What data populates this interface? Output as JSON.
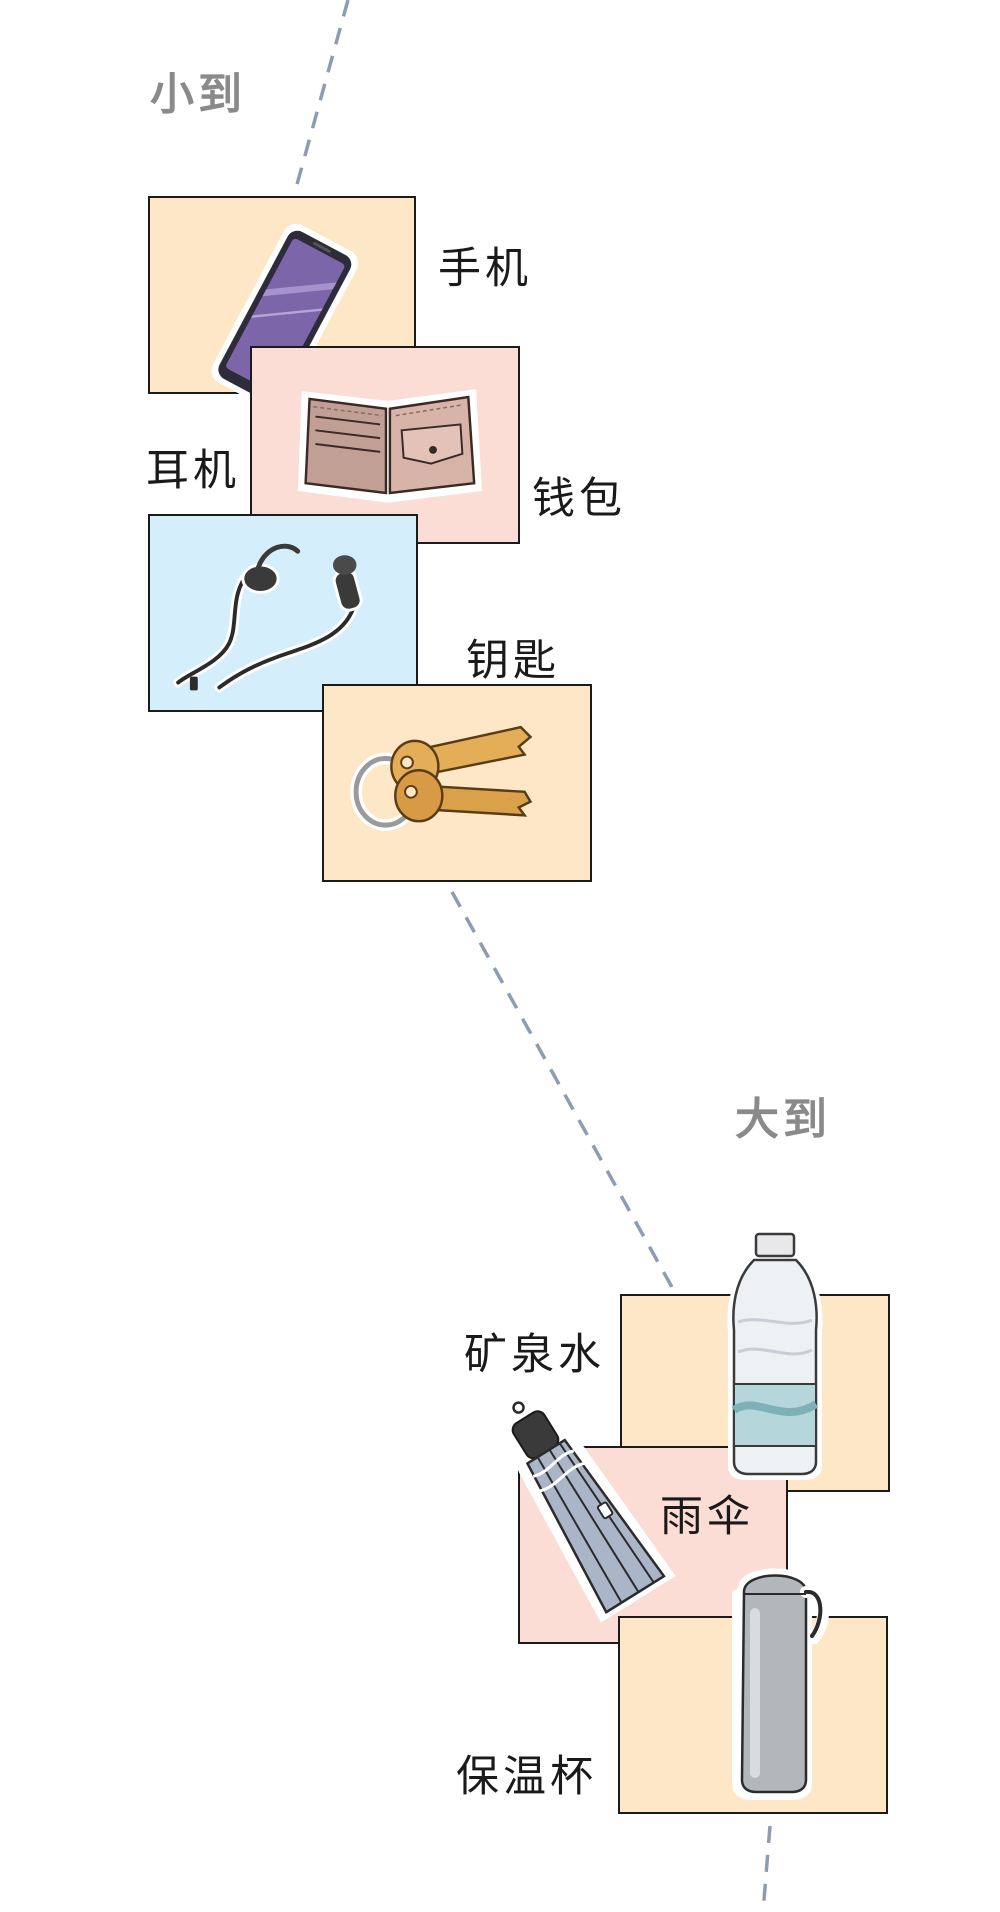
{
  "headings": {
    "small_group": "小到",
    "large_group": "大到"
  },
  "small_items": {
    "phone": "手机",
    "wallet": "钱包",
    "earphones": "耳机",
    "keys": "钥匙"
  },
  "large_items": {
    "water_bottle": "矿泉水",
    "umbrella": "雨伞",
    "thermos": "保温杯"
  },
  "colors": {
    "card_cream": "#fde7c6",
    "card_pink": "#fbddd5",
    "card_blue": "#d5eefb",
    "dashed_line": "#8d9cb5",
    "heading_text": "#8a8a8a",
    "label_text": "#1a1a1a"
  },
  "icons": [
    "phone-icon",
    "wallet-icon",
    "earphones-icon",
    "keys-icon",
    "water-bottle-icon",
    "umbrella-icon",
    "thermos-icon"
  ]
}
